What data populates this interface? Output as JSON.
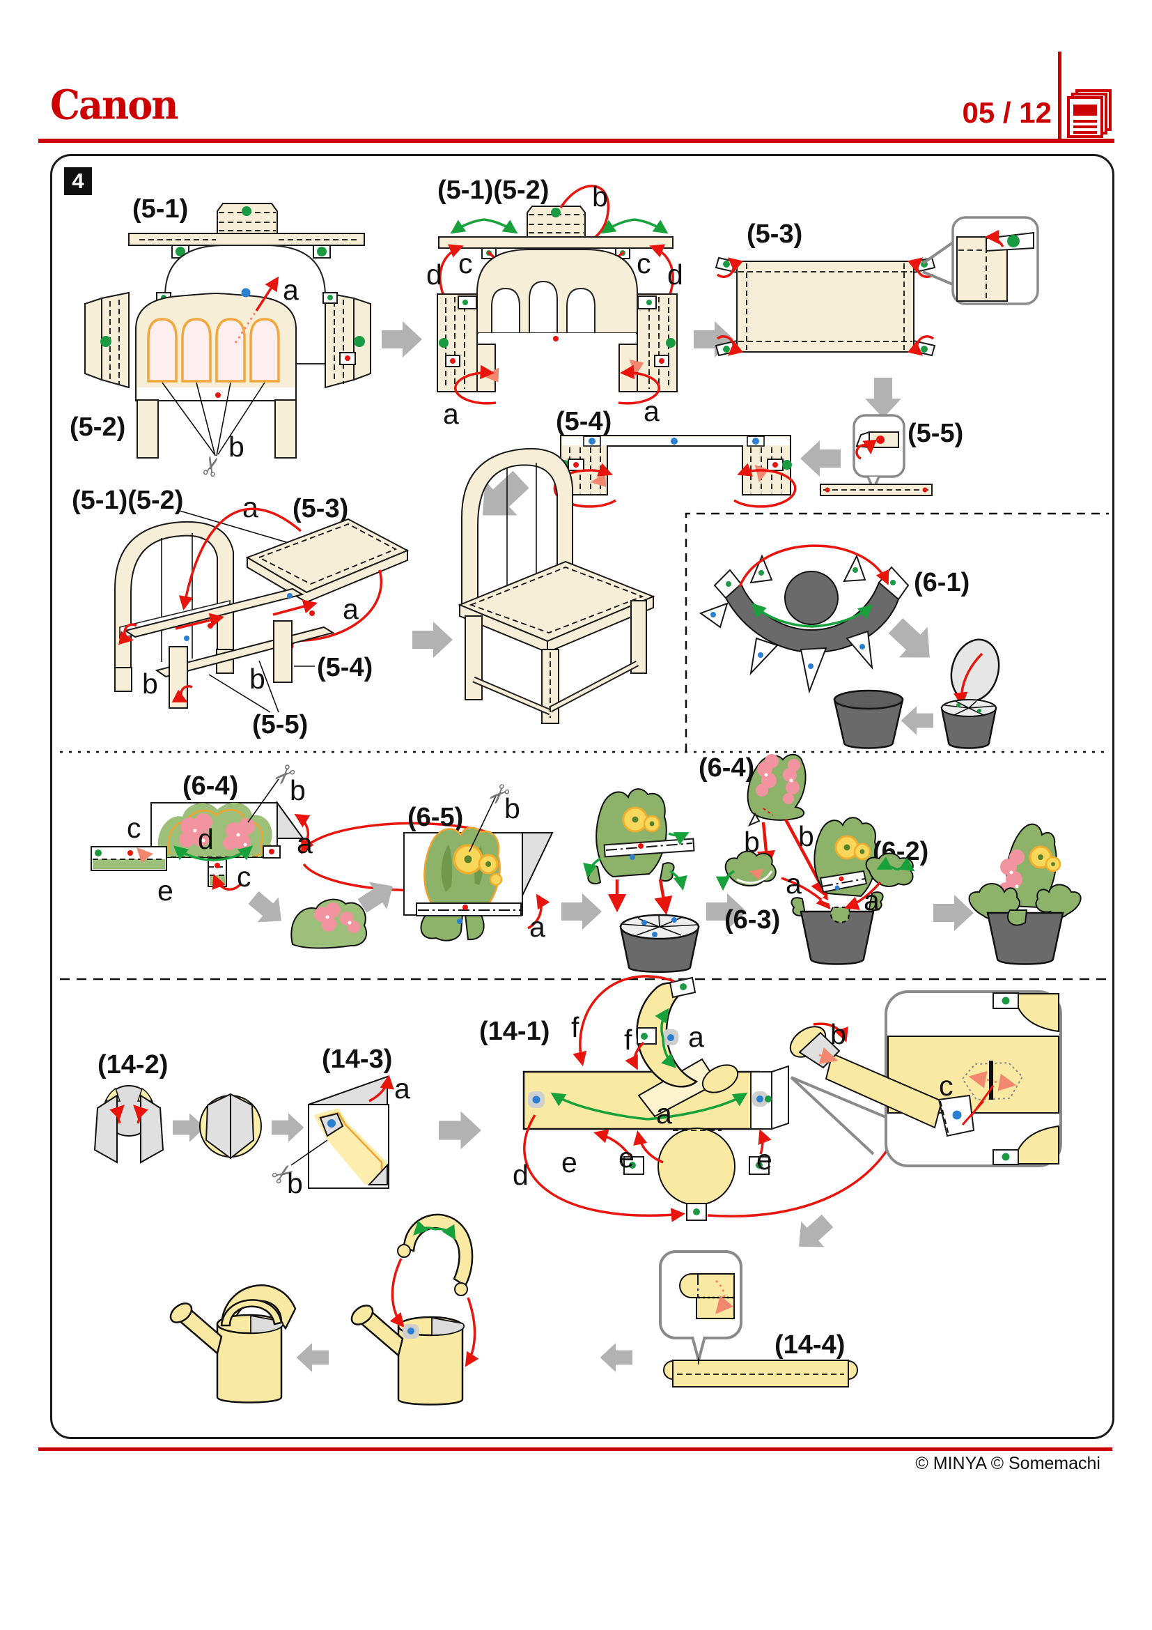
{
  "header": {
    "brand": "Canon",
    "page": "05 / 12"
  },
  "badge": "4",
  "steps": {
    "s5_1": "(5-1)",
    "s5_2": "(5-2)",
    "s5_12": "(5-1)(5-2)",
    "s5_3": "(5-3)",
    "s5_4": "(5-4)",
    "s5_5": "(5-5)",
    "s6_1": "(6-1)",
    "s6_2": "(6-2)",
    "s6_3": "(6-3)",
    "s6_4": "(6-4)",
    "s6_5": "(6-5)",
    "s14_1": "(14-1)",
    "s14_2": "(14-2)",
    "s14_3": "(14-3)",
    "s14_4": "(14-4)"
  },
  "points": {
    "a": "a",
    "b": "b",
    "c": "c",
    "d": "d",
    "e": "e",
    "f": "f"
  },
  "icons": {
    "scissors": "✂"
  },
  "footer": {
    "credit": "© MINYA  © Somemachi"
  },
  "colors": {
    "canon_red": "#cc0000",
    "arrow_red": "#e8150d",
    "arrow_green": "#17a13b",
    "fold_pink": "#f2876f",
    "dot_green": "#1a9a43",
    "dot_blue": "#2b7fd0",
    "dot_red": "#e8150d",
    "paper_beige": "#f7eed8",
    "can_yellow": "#fae9a2",
    "foliage_green": "#9cc07a",
    "leaf_green": "#8db36a",
    "flower_pink": "#f2949f",
    "flower_yellow": "#f9d75b",
    "pot_gray": "#6a6a6a",
    "flow_arrow_gray": "#b2b2b2",
    "window_pink": "#fdeef0",
    "window_orange": "#f2a73a"
  }
}
